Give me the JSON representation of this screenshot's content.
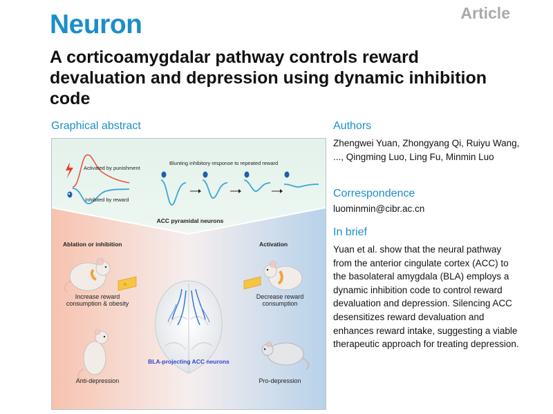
{
  "header": {
    "journal": "Neuron",
    "article_type": "Article"
  },
  "title": "A corticoamygdalar pathway controls reward devaluation and depression using dynamic inhibition code",
  "graphical_abstract": {
    "heading": "Graphical abstract",
    "activated_label": "Activated by punishment",
    "inhibited_label": "Inhibited by reward",
    "blunting_label": "Blunting inhibitory response to repeated reward",
    "neurons_label": "ACC pyramidal neurons",
    "ablation_label": "Ablation or inhibition",
    "activation_label": "Activation",
    "increase_label": "Increase reward consumption & obesity",
    "decrease_label": "Decrease reward consumption",
    "anti_label": "Anti-depression",
    "pro_label": "Pro-depression",
    "bla_label": "BLA-projecting ACC neurons"
  },
  "authors": {
    "heading": "Authors",
    "names": "Zhengwei Yuan, Zhongyang Qi, Ruiyu Wang, ..., Qingming Luo, Ling Fu, Minmin Luo"
  },
  "correspondence": {
    "heading": "Correspondence",
    "email": "luominmin@cibr.ac.cn"
  },
  "in_brief": {
    "heading": "In brief",
    "text": "Yuan et al. show that the neural pathway from the anterior cingulate cortex (ACC) to the basolateral amygdala (BLA) employs a dynamic inhibition code to control reward devaluation and depression. Silencing ACC desensitizes reward devaluation and enhances reward intake, suggesting a viable therapeutic approach for treating depression."
  },
  "colors": {
    "brand": "#1b8ec9",
    "article_gray": "#a7a9ac",
    "trace_blue": "#3aa6d6",
    "trace_red": "#e8543f",
    "panel_top": "#e6f3ec",
    "panel_left": "#f8c7b5",
    "panel_right": "#bcd5ec"
  }
}
